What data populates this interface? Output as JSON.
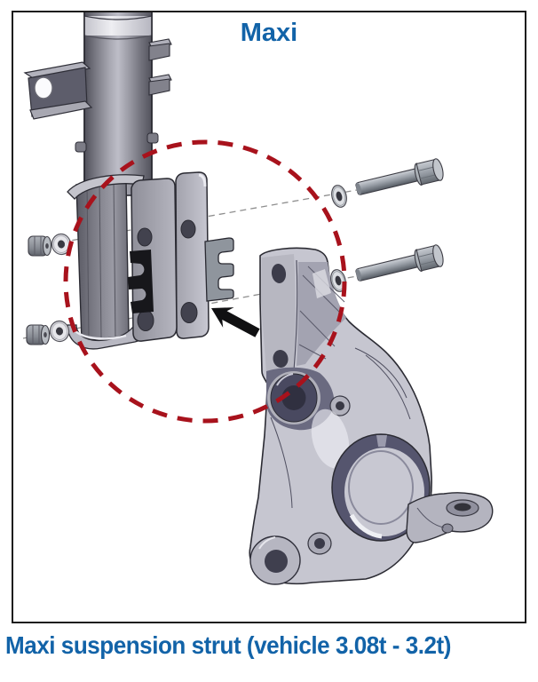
{
  "title": "Maxi",
  "caption": "Maxi suspension strut (vehicle 3.08t - 3.2t)",
  "figure": {
    "kind": "exploded-assembly-illustration",
    "parts": [
      "suspension-strut-tube",
      "strut-side-bracket",
      "strut-clevis-bracket",
      "clevis-black-cutout",
      "fork-tab",
      "steering-knuckle",
      "hub-bore",
      "steering-arm",
      "bolt-upper-right",
      "bolt-lower-right",
      "washer-upper-right",
      "washer-lower-right",
      "nut-upper-left",
      "washer-upper-left",
      "nut-lower-left",
      "washer-lower-left",
      "highlight-circle",
      "direction-arrow",
      "assembly-axis-upper",
      "assembly-axis-lower"
    ]
  },
  "colors": {
    "background": "#ffffff",
    "title_blue": "#1263a8",
    "caption_blue": "#1263a8",
    "highlight_red": "#a8121c",
    "axis_gray": "#8e8e8e",
    "arrow_black": "#101012",
    "frame_border": "#1c1c1c"
  }
}
